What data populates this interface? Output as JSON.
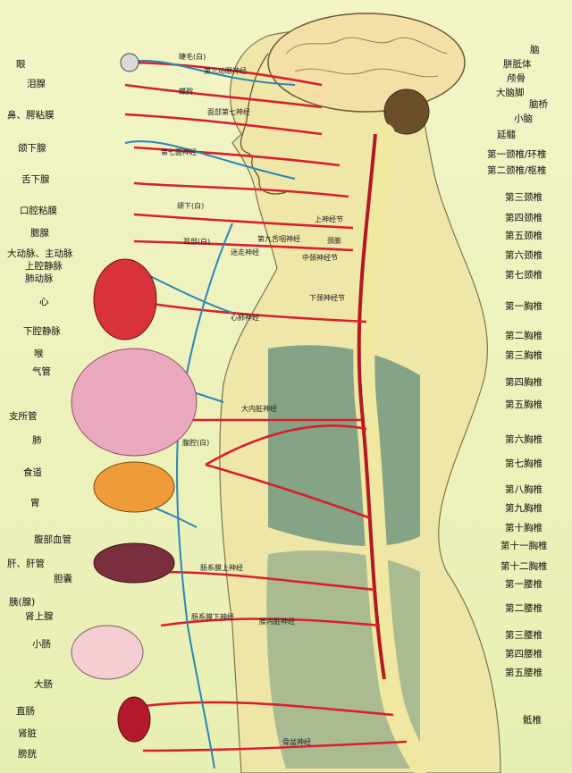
{
  "colors": {
    "background": "#eef2b8",
    "nerve_red": "#d81f2e",
    "nerve_blue": "#2a86b6",
    "spine": "#f0e7a0",
    "brain": "#f3dfa6",
    "lung_tissue": "#2f6b6a"
  },
  "left_labels": [
    "眼",
    "泪腺",
    "鼻、腭粘膜",
    "颌下腺",
    "舌下腺",
    "口腔粘膜",
    "腮腺",
    "大动脉、主动脉",
    "上腔静脉",
    "肺动脉",
    "心",
    "下腔静脉",
    "喉",
    "气管",
    "支所管",
    "肺",
    "食道",
    "胃",
    "腹部血管",
    "肝、肝管",
    "胆囊",
    "胰(腺)",
    "肾上腺",
    "小肠",
    "大肠",
    "直肠",
    "肾脏",
    "膀胱"
  ],
  "right_labels": [
    "脑",
    "胼胝体",
    "颅骨",
    "大脑脚",
    "脑桥",
    "小脑",
    "延髓",
    "第一颈椎/环椎",
    "第二颈椎/枢椎",
    "第三颈椎",
    "第四颈椎",
    "第五颈椎",
    "第六颈椎",
    "第七颈椎",
    "第一胸椎",
    "第二胸椎",
    "第三胸椎",
    "第四胸椎",
    "第五胸椎",
    "第六胸椎",
    "第七胸椎",
    "第八胸椎",
    "第九胸椎",
    "第十胸椎",
    "第十一胸椎",
    "第十二胸椎",
    "第一腰椎",
    "第二腰椎",
    "第三腰椎",
    "第四腰椎",
    "第五腰椎",
    "骶椎"
  ],
  "inner_labels": [
    "睫毛(白)",
    "第三动眼神经",
    "蝶腭",
    "面部第七神经",
    "第七面神经",
    "颌下(白)",
    "第九舌咽神经",
    "耳部(白)",
    "迷走神经",
    "上神经节",
    "中颈神经节",
    "下颈神经节",
    "心肺神经",
    "颈膨",
    "腹腔(白)",
    "大内脏神经",
    "肠系膜上神经",
    "肠系膜下神经",
    "腰内脏神经",
    "骨盆神经"
  ]
}
